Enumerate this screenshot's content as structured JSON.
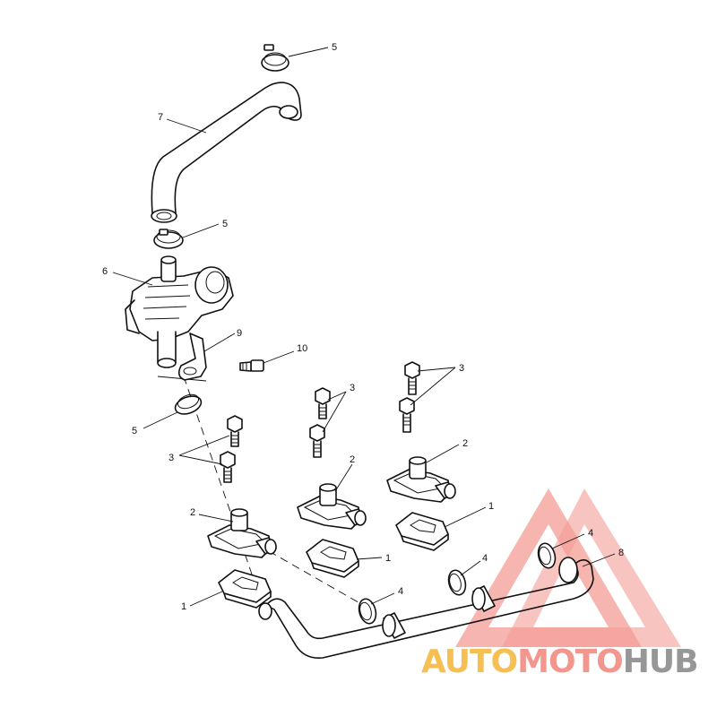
{
  "diagram": {
    "callouts": [
      {
        "id": "c5a",
        "label": "5"
      },
      {
        "id": "c7",
        "label": "7"
      },
      {
        "id": "c5b",
        "label": "5"
      },
      {
        "id": "c6",
        "label": "6"
      },
      {
        "id": "c9",
        "label": "9"
      },
      {
        "id": "c10",
        "label": "10"
      },
      {
        "id": "c5c",
        "label": "5"
      },
      {
        "id": "c3a",
        "label": "3"
      },
      {
        "id": "c3b",
        "label": "3"
      },
      {
        "id": "c3c",
        "label": "3"
      },
      {
        "id": "c2a",
        "label": "2"
      },
      {
        "id": "c2b",
        "label": "2"
      },
      {
        "id": "c2c",
        "label": "2"
      },
      {
        "id": "c1a",
        "label": "1"
      },
      {
        "id": "c1b",
        "label": "1"
      },
      {
        "id": "c1c",
        "label": "1"
      },
      {
        "id": "c4a",
        "label": "4"
      },
      {
        "id": "c4b",
        "label": "4"
      },
      {
        "id": "c4c",
        "label": "4"
      },
      {
        "id": "c8",
        "label": "8"
      }
    ]
  },
  "watermark": {
    "part1": "AUTO",
    "part2": "MOTO",
    "part3": "HUB",
    "colors": {
      "auto": "#f5b942",
      "moto": "#f28b82",
      "hub": "#8c8c8c",
      "triangle": "#f28b82"
    }
  }
}
